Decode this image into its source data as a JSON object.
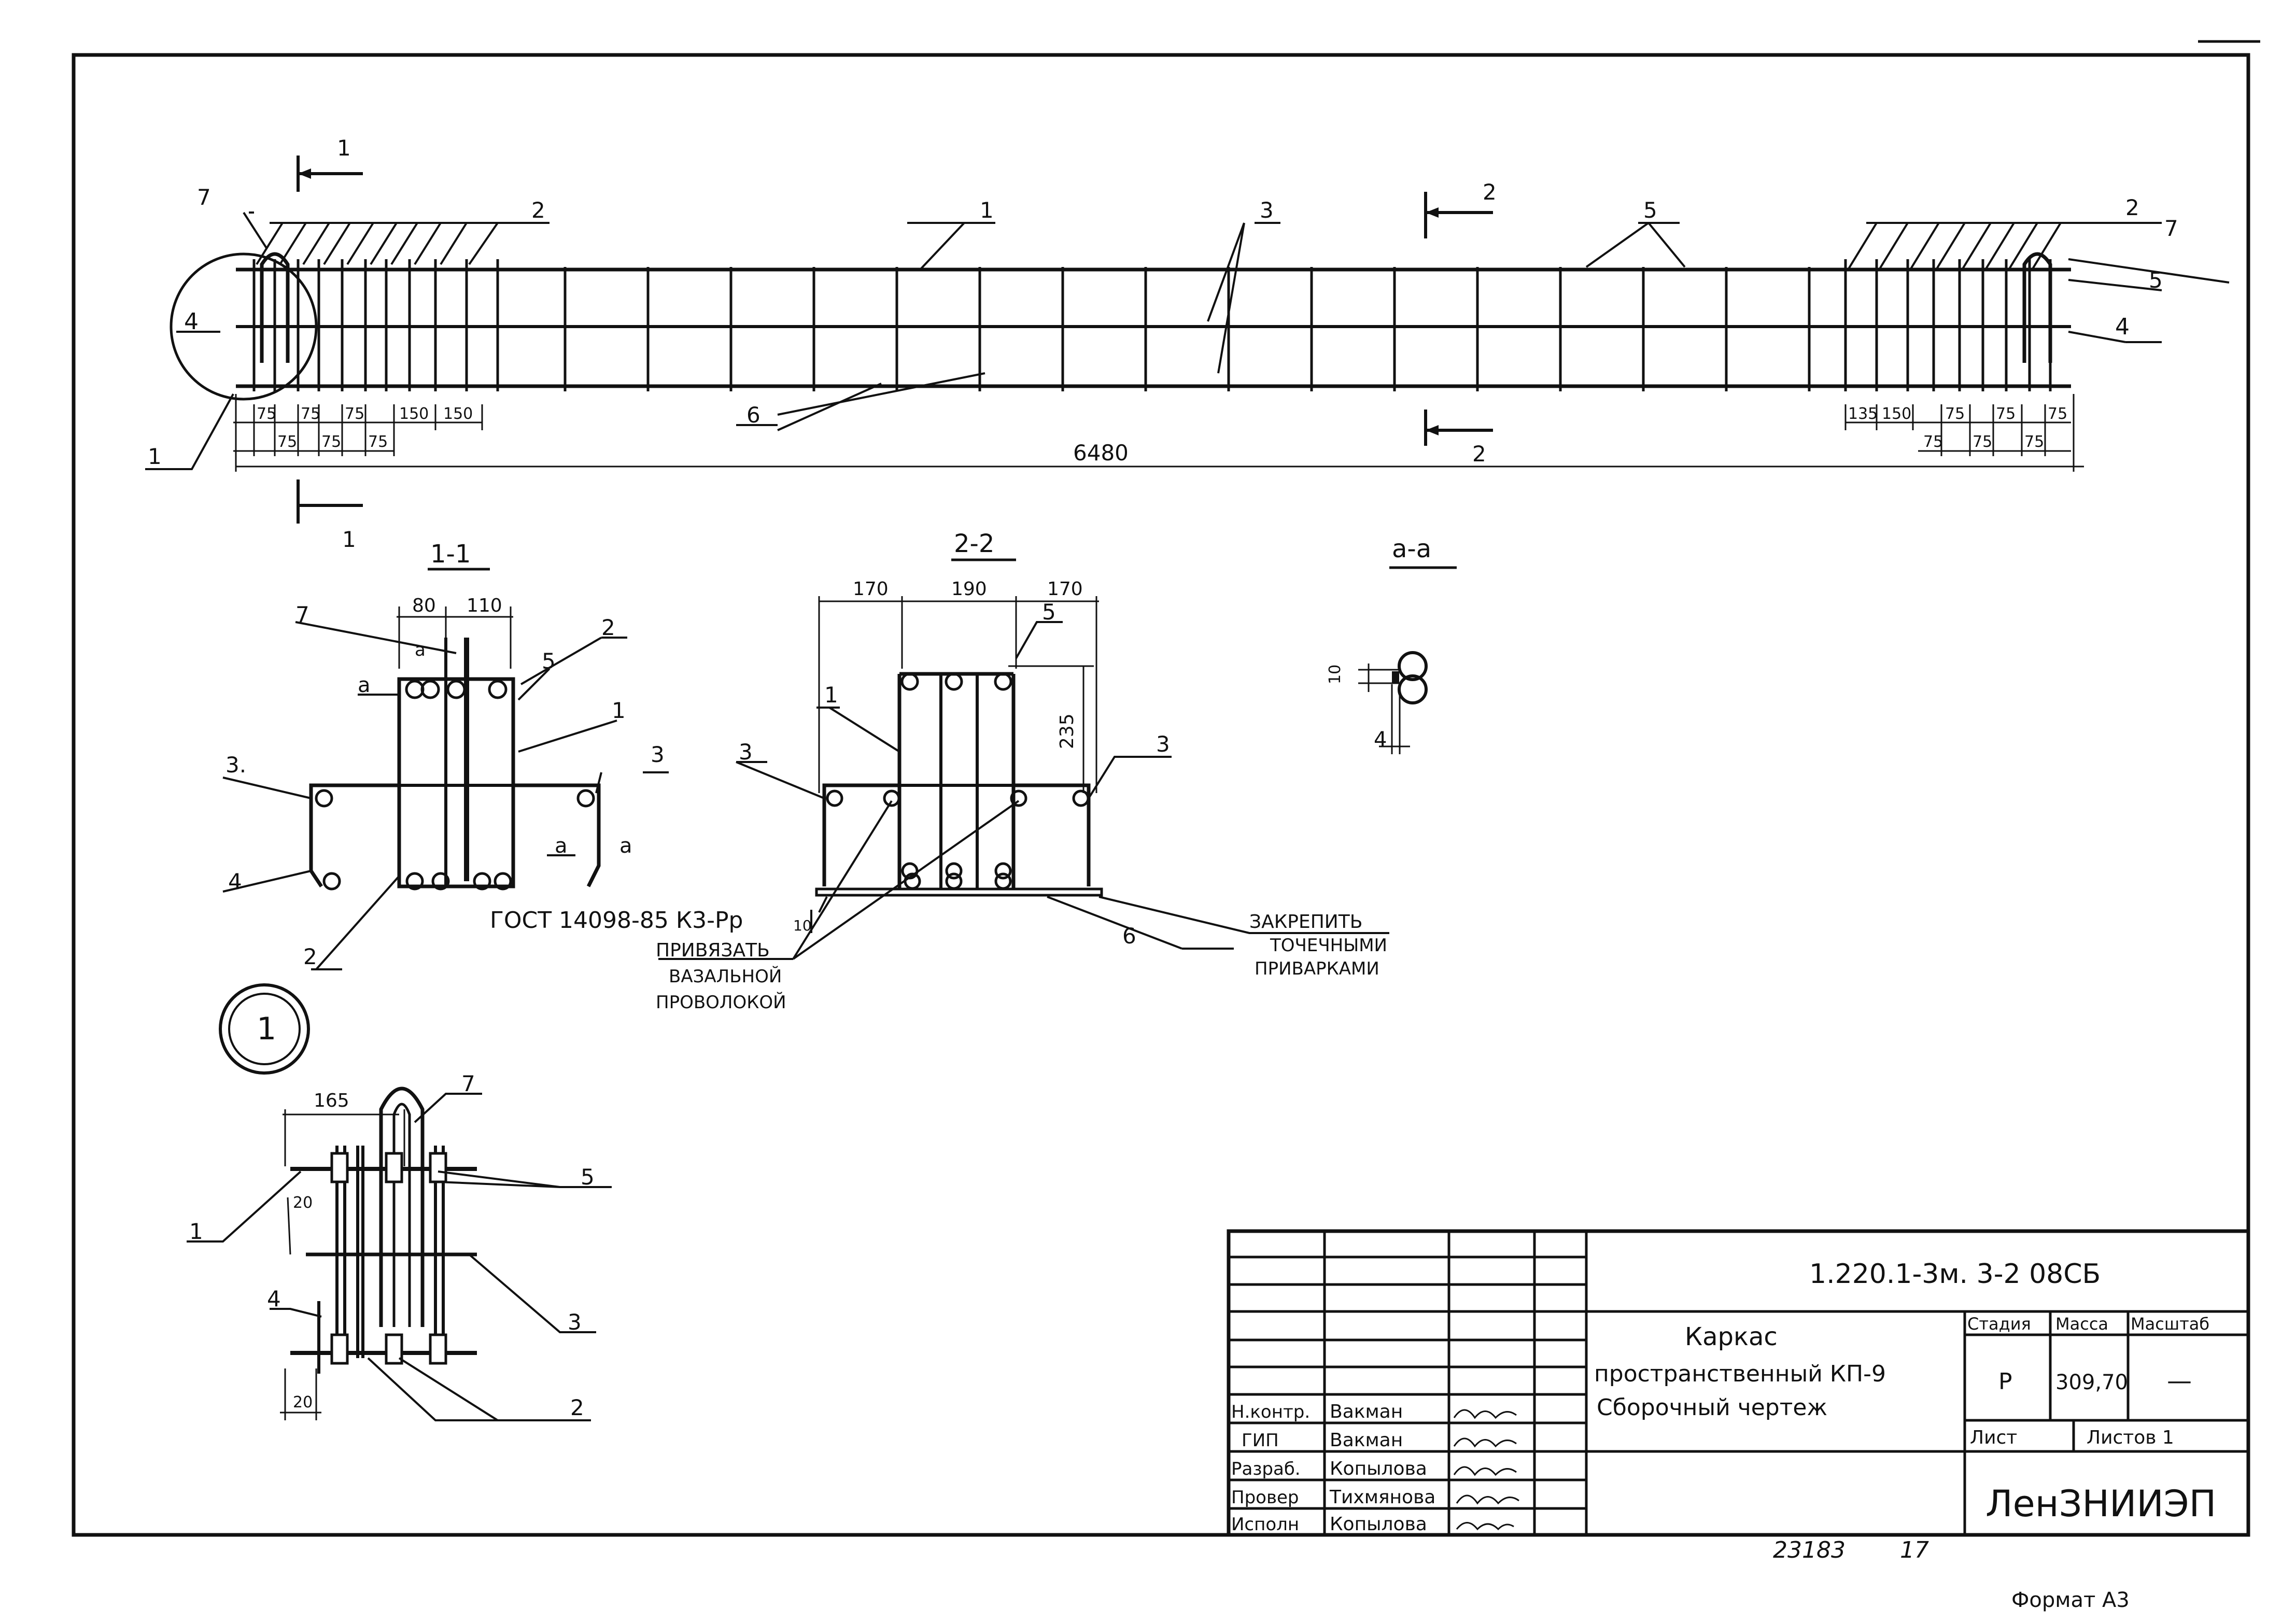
{
  "drawing": {
    "elevation": {
      "section_marks": {
        "s1_top": "1",
        "s1_bottom": "1",
        "s2_top": "2",
        "s2_bottom": "2"
      },
      "callouts": {
        "c7_left": "7",
        "c2_left": "2",
        "c1_top": "1",
        "c3_top": "3",
        "c5_top": "5",
        "c2_right": "2",
        "c7_right": "7",
        "c5_right": "5",
        "c4_left": "4",
        "c4_right": "4",
        "c1_left": "1",
        "c6": "6"
      },
      "dims_left_top": [
        "75",
        "75",
        "75",
        "150",
        "150"
      ],
      "dims_left_bottom": [
        "75",
        "75",
        "75"
      ],
      "dims_right_top": [
        "135",
        "150",
        "75",
        "75",
        "75"
      ],
      "dims_right_bottom": [
        "75",
        "75",
        "75"
      ],
      "overall_length": "6480"
    },
    "section_1_1": {
      "title": "1-1",
      "dims": [
        "80",
        "110"
      ],
      "callouts": {
        "c7": "7",
        "c2_top": "2",
        "c5": "5",
        "c1": "1",
        "c3_left": "3.",
        "c3_right": "3",
        "c4": "4",
        "c2_bottom": "2"
      },
      "aa_marks": [
        "a",
        "a",
        "a",
        "a"
      ],
      "gost": "ГОСТ 14098-85 К3-Рр"
    },
    "section_2_2": {
      "title": "2-2",
      "dims": [
        "170",
        "190",
        "170"
      ],
      "height": "235",
      "small_dim": "10",
      "callouts": {
        "c5": "5",
        "c1": "1",
        "c3_left": "3",
        "c3_right": "3",
        "c6": "6"
      },
      "note_tie": [
        "ПРИВЯЗАТЬ",
        "ВАЗАЛЬНОЙ",
        "ПРОВОЛОКОЙ"
      ],
      "note_weld": [
        "ЗАКРЕПИТЬ",
        "ТОЧЕЧНЫМИ",
        "ПРИВАРКАМИ"
      ]
    },
    "section_a_a": {
      "title": "a-a",
      "dim": "10",
      "callout": "4"
    },
    "node_1": {
      "label": "1",
      "dims": [
        "165",
        "20",
        "20"
      ],
      "callouts": {
        "c7": "7",
        "c5": "5",
        "c1": "1",
        "c3": "3",
        "c4": "4",
        "c2": "2"
      }
    }
  },
  "title_block": {
    "code": "1.220.1-3м. 3-2 08СБ",
    "name_lines": [
      "Каркас",
      "пространственный КП-9",
      "Сборочный чертеж"
    ],
    "headers": {
      "stage": "Стадия",
      "mass": "Масса",
      "scale": "Масштаб"
    },
    "values": {
      "stage": "Р",
      "mass": "309,70",
      "scale": "—"
    },
    "sheet_label": "Лист",
    "sheets_label": "Листов 1",
    "org": "ЛенЗНИИЭП",
    "roles": [
      {
        "role": "Н.контр.",
        "name": "Вакман"
      },
      {
        "role": "ГИП",
        "name": "Вакман"
      },
      {
        "role": "Разраб.",
        "name": "Копылова"
      },
      {
        "role": "Провер",
        "name": "Тихмянова"
      },
      {
        "role": "Исполн",
        "name": "Копылова"
      }
    ]
  },
  "footer": {
    "inventory": "23183",
    "page_no": "17",
    "format": "Формат А3"
  }
}
